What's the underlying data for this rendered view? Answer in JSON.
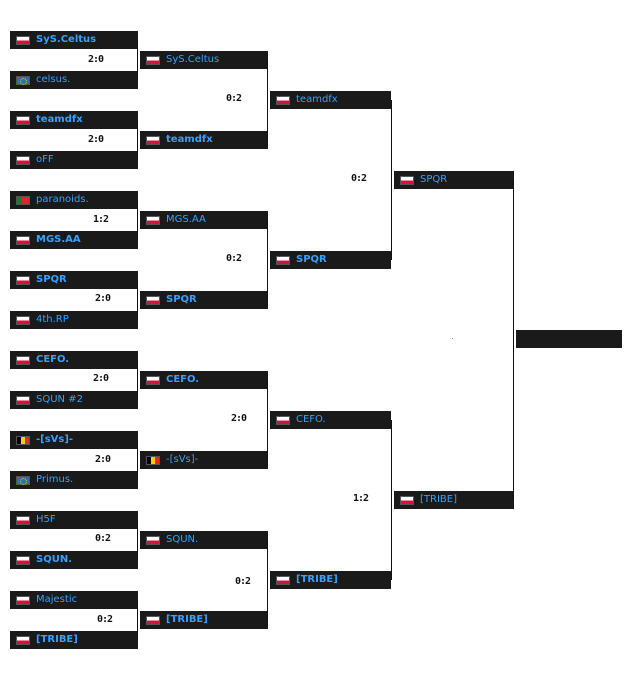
{
  "round1": [
    {
      "team": "SyS.Celtus",
      "flag": "pl"
    },
    {
      "team": "celsus.",
      "flag": "eu"
    },
    {
      "team": "teamdfx",
      "flag": "pl"
    },
    {
      "team": "oFF",
      "flag": "pl"
    },
    {
      "team": "paranoids.",
      "flag": "pt"
    },
    {
      "team": "MGS.AA",
      "flag": "pl"
    },
    {
      "team": "SPQR",
      "flag": "pl"
    },
    {
      "team": "4th.RP",
      "flag": "pl"
    },
    {
      "team": "CEFO.",
      "flag": "pl"
    },
    {
      "team": "SQUN #2",
      "flag": "pl"
    },
    {
      "team": "-[sVs]-",
      "flag": "be"
    },
    {
      "team": "Primus.",
      "flag": "eu"
    },
    {
      "team": "H5F",
      "flag": "pl"
    },
    {
      "team": "SQUN.",
      "flag": "pl"
    },
    {
      "team": "Majestic",
      "flag": "pl"
    },
    {
      "team": "[TRIBE]",
      "flag": "pl"
    }
  ],
  "round1_scores": [
    "2:0",
    "2:0",
    "1:2",
    "2:0",
    "2:0",
    "2:0",
    "0:2",
    "0:2"
  ],
  "round2": [
    {
      "team": "SyS.Celtus",
      "flag": "pl"
    },
    {
      "team": "teamdfx",
      "flag": "pl"
    },
    {
      "team": "MGS.AA",
      "flag": "pl"
    },
    {
      "team": "SPQR",
      "flag": "pl"
    },
    {
      "team": "CEFO.",
      "flag": "pl"
    },
    {
      "team": "-[sVs]-",
      "flag": "be"
    },
    {
      "team": "SQUN.",
      "flag": "pl"
    },
    {
      "team": "[TRIBE]",
      "flag": "pl"
    }
  ],
  "round2_scores": [
    "0:2",
    "0:2",
    "2:0",
    "0:2"
  ],
  "round3": [
    {
      "team": "teamdfx",
      "flag": "pl"
    },
    {
      "team": "SPQR",
      "flag": "pl"
    },
    {
      "team": "CEFO.",
      "flag": "pl"
    },
    {
      "team": "[TRIBE]",
      "flag": "pl"
    }
  ],
  "round3_scores": [
    "0:2",
    "1:2"
  ],
  "round4": [
    {
      "team": "SPQR",
      "flag": "pl"
    },
    {
      "team": "[TRIBE]",
      "flag": "pl"
    }
  ],
  "final": {
    "team": ""
  }
}
